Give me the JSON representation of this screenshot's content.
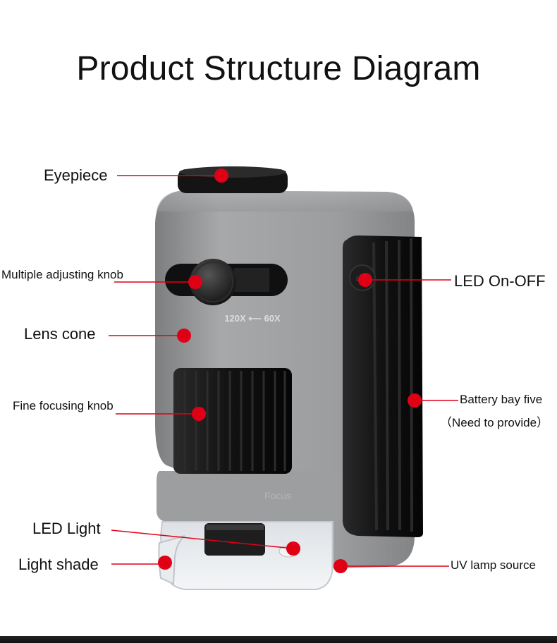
{
  "title": "Product Structure Diagram",
  "device": {
    "zoom_scale": "120X ⟵ 60X",
    "focus_text": "Focus",
    "led_button_text": "LED"
  },
  "labels": {
    "eyepiece": "Eyepiece",
    "adjusting_knob": "Multiple adjusting knob",
    "lens_cone": "Lens cone",
    "fine_focus": "Fine focusing knob",
    "led_light": "LED Light",
    "light_shade": "Light shade",
    "led_switch": "LED On-OFF",
    "battery_bay": "Battery bay five",
    "battery_note": "（Need to provide）",
    "uv_lamp": "UV lamp source"
  },
  "colors": {
    "marker": "#e00016",
    "body_gray": "#9a9b9d",
    "rubber_black": "#151515"
  }
}
